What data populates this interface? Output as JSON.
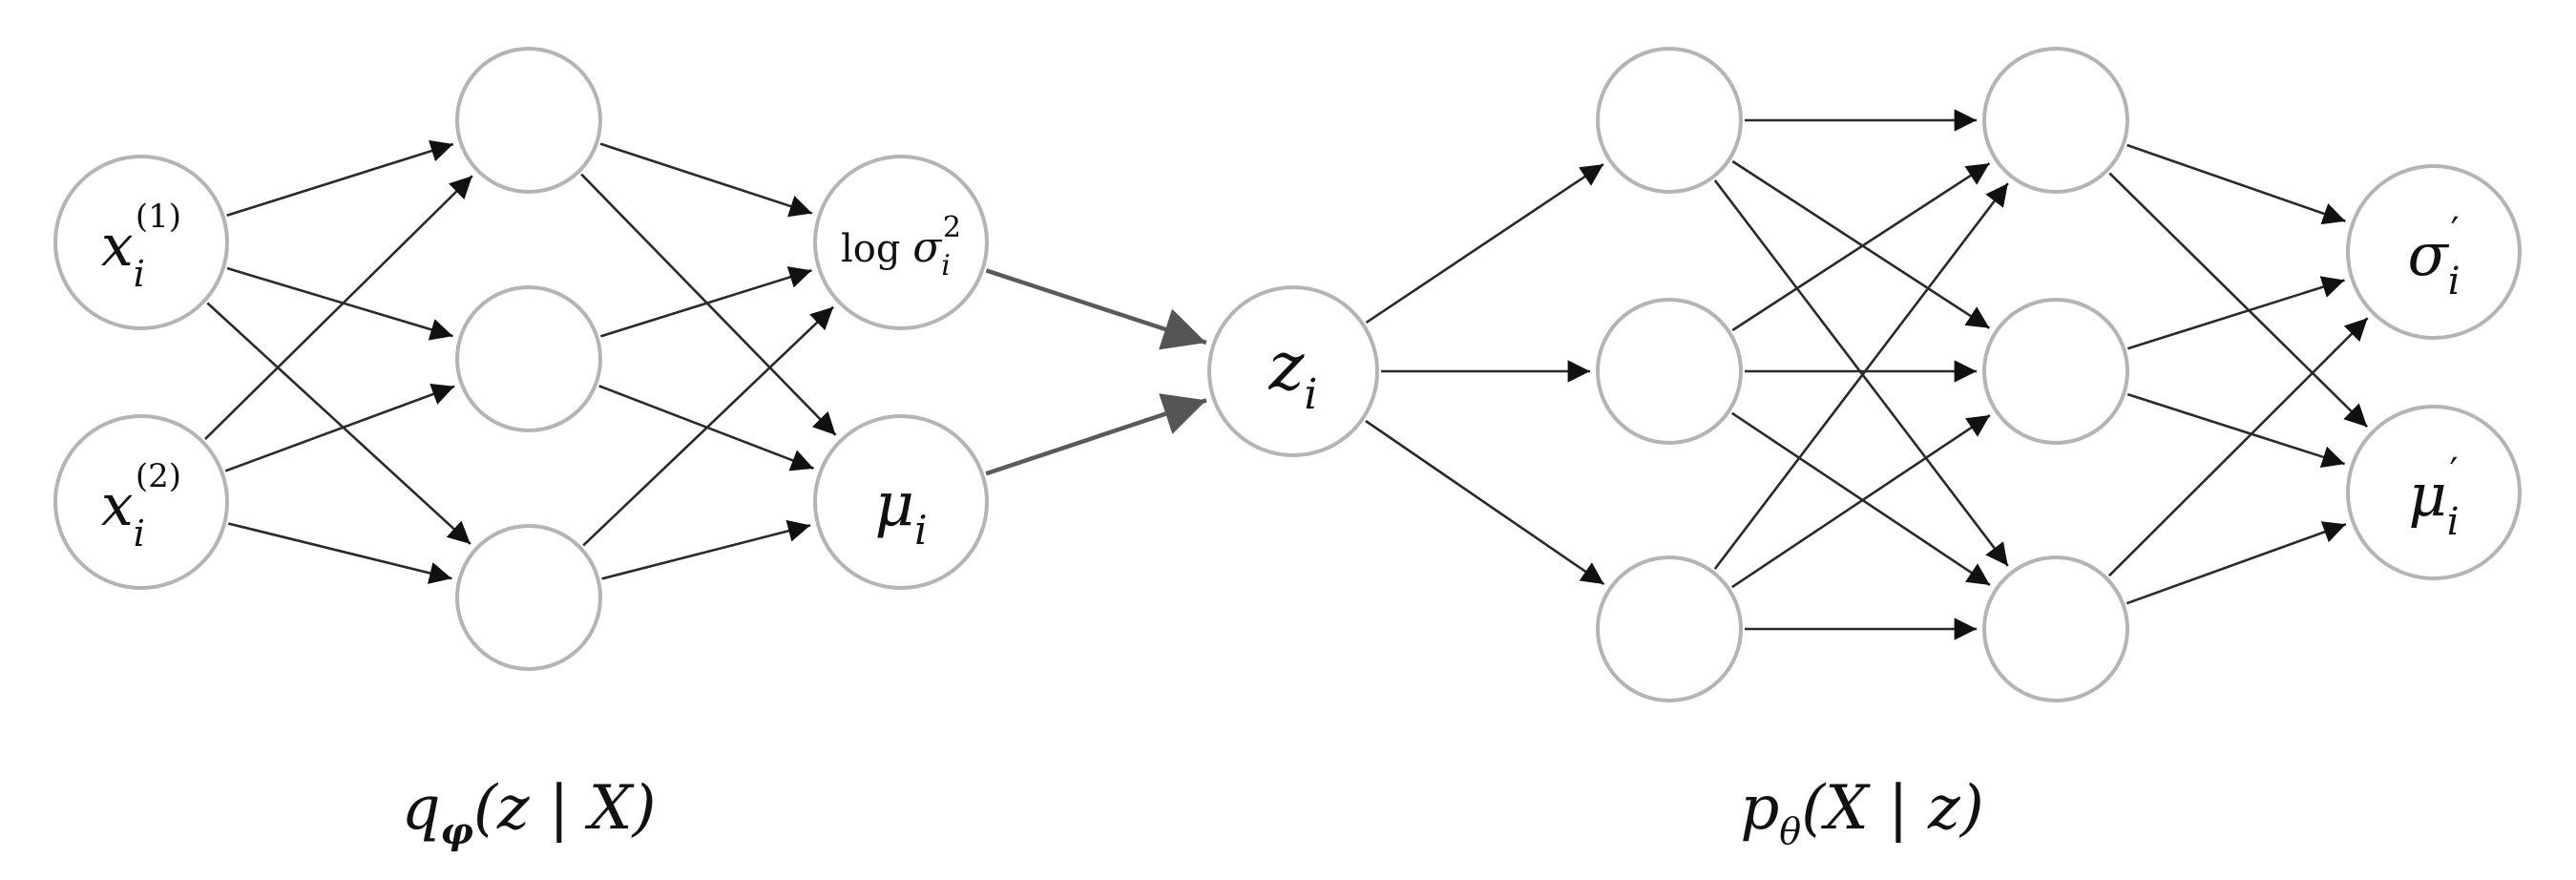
{
  "nodes": [
    {
      "id": "x1",
      "main": "x",
      "sub": "i",
      "sup": "(1)"
    },
    {
      "id": "x2",
      "main": "x",
      "sub": "i",
      "sup": "(2)"
    },
    {
      "id": "eh1"
    },
    {
      "id": "eh2"
    },
    {
      "id": "eh3"
    },
    {
      "id": "logvar",
      "prefix": "log ",
      "main": "σ",
      "sub": "i",
      "sup": "2"
    },
    {
      "id": "mu",
      "main": "μ",
      "sub": "i"
    },
    {
      "id": "z",
      "main": "z",
      "sub": "i"
    },
    {
      "id": "d1a"
    },
    {
      "id": "d1b"
    },
    {
      "id": "d1c"
    },
    {
      "id": "d2a"
    },
    {
      "id": "d2b"
    },
    {
      "id": "d2c"
    },
    {
      "id": "sigp",
      "main": "σ",
      "sub": "i",
      "sup": "′"
    },
    {
      "id": "mup",
      "main": "μ",
      "sub": "i",
      "sup": "′"
    }
  ],
  "edges": [
    [
      "x1",
      "eh1"
    ],
    [
      "x1",
      "eh2"
    ],
    [
      "x1",
      "eh3"
    ],
    [
      "x2",
      "eh1"
    ],
    [
      "x2",
      "eh2"
    ],
    [
      "x2",
      "eh3"
    ],
    [
      "eh1",
      "logvar"
    ],
    [
      "eh1",
      "mu"
    ],
    [
      "eh2",
      "logvar"
    ],
    [
      "eh2",
      "mu"
    ],
    [
      "eh3",
      "logvar"
    ],
    [
      "eh3",
      "mu"
    ],
    [
      "z",
      "d1a"
    ],
    [
      "z",
      "d1b"
    ],
    [
      "z",
      "d1c"
    ],
    [
      "d1a",
      "d2a"
    ],
    [
      "d1a",
      "d2b"
    ],
    [
      "d1a",
      "d2c"
    ],
    [
      "d1b",
      "d2a"
    ],
    [
      "d1b",
      "d2b"
    ],
    [
      "d1b",
      "d2c"
    ],
    [
      "d1c",
      "d2a"
    ],
    [
      "d1c",
      "d2b"
    ],
    [
      "d1c",
      "d2c"
    ],
    [
      "d2a",
      "sigp"
    ],
    [
      "d2a",
      "mup"
    ],
    [
      "d2b",
      "sigp"
    ],
    [
      "d2b",
      "mup"
    ],
    [
      "d2c",
      "sigp"
    ],
    [
      "d2c",
      "mup"
    ]
  ],
  "bold_edges": [
    [
      "logvar",
      "z"
    ],
    [
      "mu",
      "z"
    ]
  ],
  "encoder_caption": {
    "q": "q",
    "sub": "φ",
    "args": "(z | X)"
  },
  "decoder_caption": {
    "p": "p",
    "sub": "θ",
    "args": "(X | z)"
  }
}
